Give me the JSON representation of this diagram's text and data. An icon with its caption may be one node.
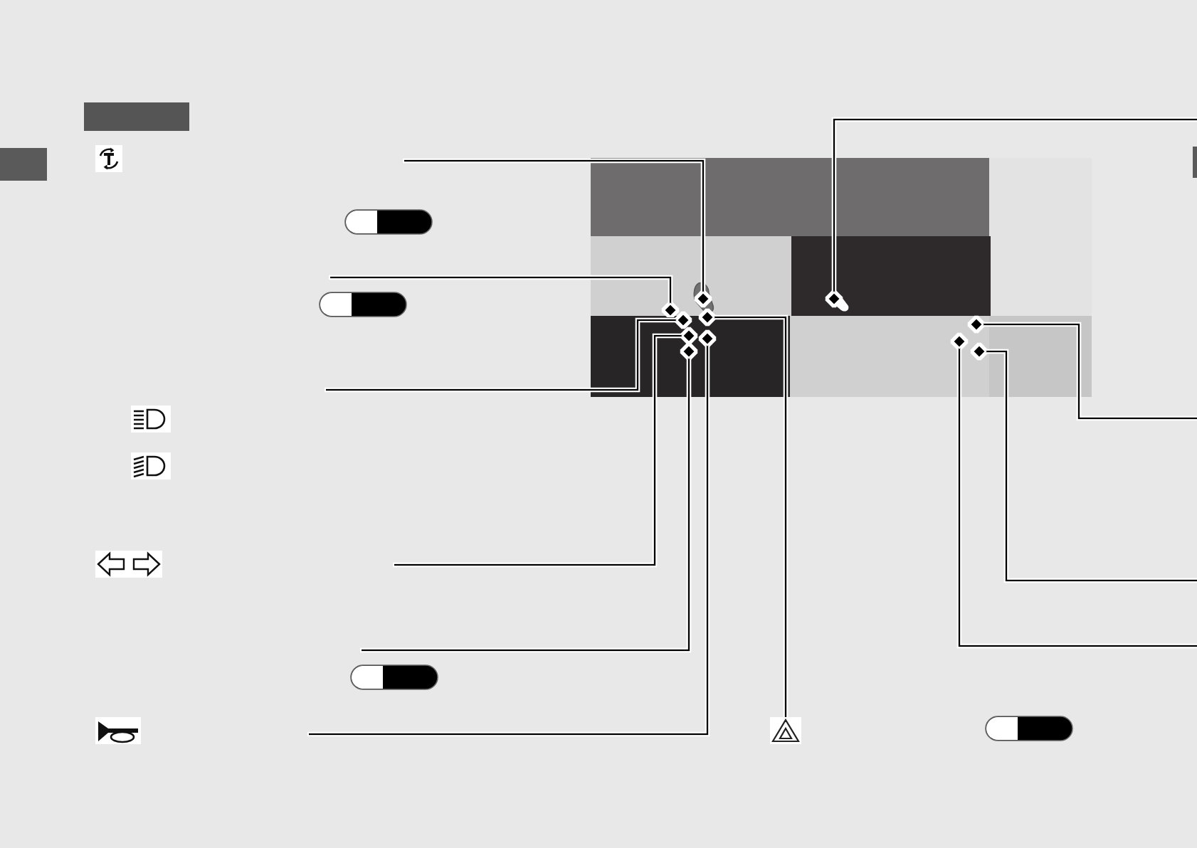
{
  "diagram": {
    "nodes": [
      {
        "text": [],
        "shape": "bar"
      },
      {
        "text": [],
        "shape": "box"
      },
      {
        "text": [],
        "shape": "box"
      },
      {
        "text": [],
        "shape": "box"
      },
      {
        "text": [],
        "shape": "picture",
        "in": 3
      },
      {
        "text": [],
        "shape": "box"
      },
      {
        "text": [],
        "shape": "picture",
        "in": 5
      },
      {
        "text": [],
        "shape": "box"
      },
      {
        "text": [],
        "shape": "box"
      },
      {
        "text": [],
        "shape": "box"
      },
      {
        "text": [],
        "shape": "picture"
      }
    ],
    "edges": [
      {
        "from": null,
        "to": 4,
        "arrow": "other"
      },
      {
        "from": null,
        "to": 3,
        "arrow": "other"
      },
      {
        "from": null,
        "to": 7,
        "arrow": "other"
      },
      {
        "from": null,
        "to": 7,
        "arrow": "other"
      },
      {
        "from": null,
        "to": 7,
        "arrow": "other"
      },
      {
        "from": null,
        "to": 7,
        "arrow": "other"
      },
      {
        "from": 10,
        "to": 7,
        "arrow": "other"
      },
      {
        "from": null,
        "to": 6,
        "arrow": "other"
      },
      {
        "from": null,
        "to": 2,
        "arrow": "other"
      },
      {
        "from": null,
        "to": 8,
        "arrow": "other"
      },
      {
        "from": null,
        "to": 8,
        "arrow": "other"
      },
      {
        "from": null,
        "to": 8,
        "arrow": "other"
      }
    ]
  }
}
